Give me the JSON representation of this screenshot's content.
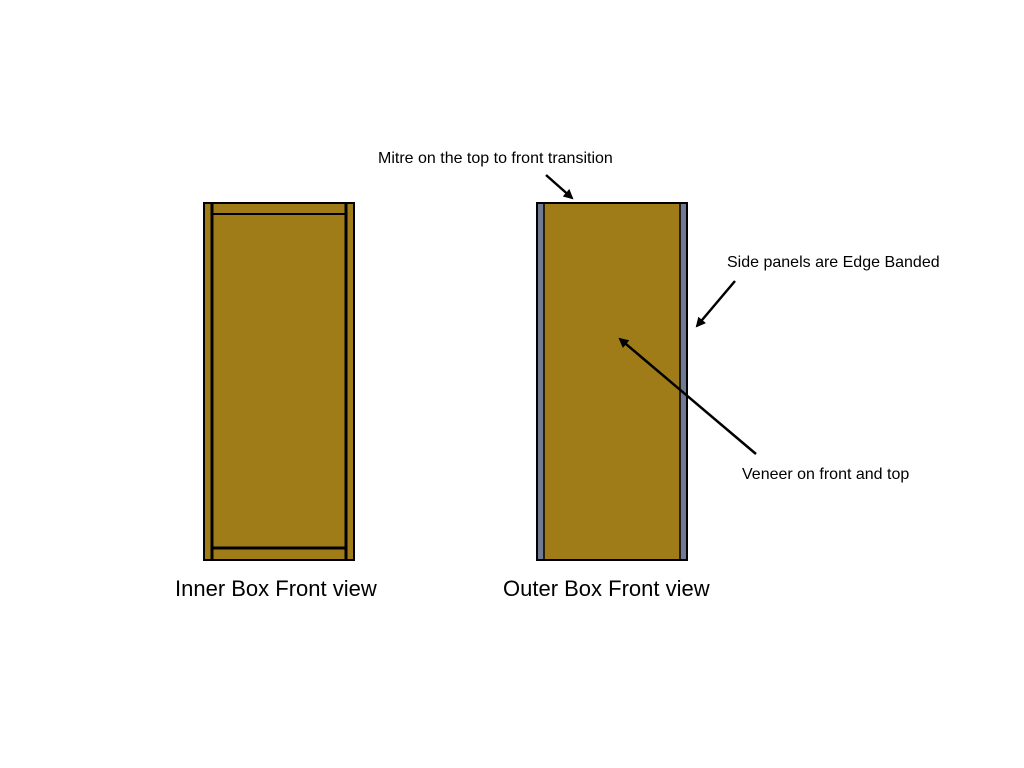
{
  "colors": {
    "background": "#ffffff",
    "veneer": "#a07c18",
    "edge_band": "#6f7b93",
    "outline": "#000000"
  },
  "inner_box": {
    "caption": "Inner Box Front view"
  },
  "outer_box": {
    "caption": "Outer Box Front view"
  },
  "callouts": {
    "mitre": "Mitre on the top to front transition",
    "edge_band": "Side panels are Edge Banded",
    "veneer": "Veneer on front and top"
  }
}
